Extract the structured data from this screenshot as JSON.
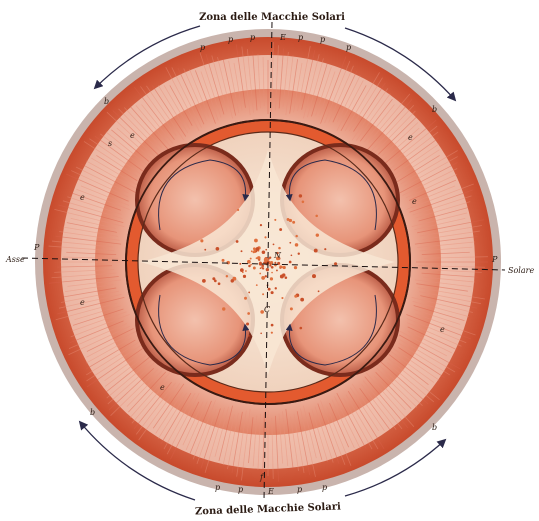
{
  "title_top": "Zona delle Macchie Solari",
  "title_bottom": "Zona delle Macchie Solari",
  "axis_left": "Asse",
  "axis_right": "Solare",
  "letters": {
    "P": "P",
    "N": "N",
    "E": "E",
    "C": "C",
    "p": "p",
    "e": "e",
    "f": "f",
    "s": "s",
    "b": "b"
  },
  "colors": {
    "photosphere_outer": "#c9b4ad",
    "photosphere": "#d9604a",
    "photosphere_light": "#f0a890",
    "inner_shell": "#e35a2f",
    "core": "#f6e7d6",
    "vortex": "#e8a088",
    "vortex_dark": "#7a2b1c",
    "arrow": "#2b2a4a",
    "dark_line": "#3a1a12"
  }
}
